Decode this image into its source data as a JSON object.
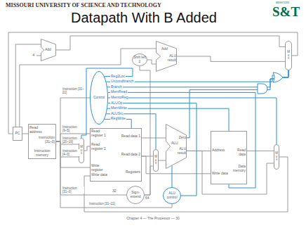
{
  "diagram": {
    "title": "Datapath With B Added",
    "nodes": [
      {
        "text": [
          "Add"
        ]
      },
      {
        "text": [
          "Shift left 2"
        ]
      },
      {
        "text": [
          "Add",
          "ALU result"
        ]
      },
      {
        "text": [
          "M u x"
        ]
      },
      {
        "text": [
          "Control"
        ]
      },
      {
        "text": [
          "PC"
        ]
      },
      {
        "text": [
          "Read address",
          "Instruction [31–0]",
          "Instruction memory"
        ]
      },
      {
        "text": [
          "M u x"
        ]
      },
      {
        "text": [
          "Read register 1",
          "Read register 2",
          "Write register",
          "Write data",
          "Read data 1",
          "Read data 2",
          "Registers"
        ]
      },
      {
        "text": [
          "M u x"
        ]
      },
      {
        "text": [
          "Zero",
          "ALU",
          "ALU result"
        ]
      },
      {
        "text": [
          "Address",
          "Read data",
          "Write data",
          "Data memory"
        ]
      },
      {
        "text": [
          "M u x"
        ]
      },
      {
        "text": [
          "Sign-extend"
        ]
      },
      {
        "text": [
          "ALU control"
        ]
      }
    ],
    "edges": [
      {
        "from": 5,
        "to": 6,
        "arrow": "none"
      },
      {
        "from": 5,
        "to": 0,
        "arrow": "none"
      },
      {
        "from": 5,
        "to": 2,
        "arrow": "none"
      },
      {
        "from": 0,
        "to": 3,
        "arrow": "none"
      },
      {
        "from": 1,
        "to": 2,
        "arrow": "none"
      },
      {
        "from": 2,
        "to": 3,
        "arrow": "none"
      },
      {
        "from": 3,
        "to": 5,
        "arrow": "none"
      },
      {
        "from": 6,
        "to": 4,
        "label": "Instruction [31–21]",
        "arrow": "none"
      },
      {
        "from": 6,
        "to": 8,
        "label": "Instruction [9–5]",
        "arrow": "none"
      },
      {
        "from": 6,
        "to": 7,
        "label": "Instruction [20–16]",
        "arrow": "none"
      },
      {
        "from": 6,
        "to": 7,
        "label": "Instruction [4–0]",
        "arrow": "none"
      },
      {
        "from": 6,
        "to": 8,
        "arrow": "none"
      },
      {
        "from": 7,
        "to": 8,
        "arrow": "none"
      },
      {
        "from": 8,
        "to": 10,
        "arrow": "none"
      },
      {
        "from": 8,
        "to": 9,
        "arrow": "none"
      },
      {
        "from": 8,
        "to": 11,
        "arrow": "none"
      },
      {
        "from": 9,
        "to": 10,
        "arrow": "none"
      },
      {
        "from": 10,
        "to": 11,
        "arrow": "none"
      },
      {
        "from": 10,
        "to": 12,
        "arrow": "none"
      },
      {
        "from": 11,
        "to": 12,
        "arrow": "none"
      },
      {
        "from": 12,
        "to": 8,
        "arrow": "none"
      },
      {
        "from": 6,
        "to": 13,
        "label": "Instruction [31–0]",
        "arrow": "none"
      },
      {
        "from": 13,
        "to": 9,
        "arrow": "none"
      },
      {
        "from": 13,
        "to": 1,
        "arrow": "none"
      },
      {
        "from": 6,
        "to": 14,
        "label": "Instruction [31–21]",
        "arrow": "none"
      },
      {
        "from": 14,
        "to": 10,
        "arrow": "none"
      },
      {
        "from": 4,
        "to": 7,
        "label": "Reg2Loc",
        "arrow": "none"
      },
      {
        "from": 4,
        "to": 3,
        "label": "Uncondbranch",
        "arrow": "none"
      },
      {
        "from": 4,
        "to": 3,
        "label": "Branch",
        "arrow": "none"
      },
      {
        "from": 4,
        "to": 11,
        "label": "MemRead",
        "arrow": "none"
      },
      {
        "from": 4,
        "to": 12,
        "label": "MemtoReg",
        "arrow": "none"
      },
      {
        "from": 4,
        "to": 14,
        "label": "ALUOp",
        "arrow": "none"
      },
      {
        "from": 4,
        "to": 11,
        "label": "MemWrite",
        "arrow": "none"
      },
      {
        "from": 4,
        "to": 9,
        "label": "ALUSrc",
        "arrow": "none"
      },
      {
        "from": 4,
        "to": 8,
        "label": "RegWrite",
        "arrow": "none"
      },
      {
        "from": 10,
        "to": 3,
        "arrow": "none"
      }
    ],
    "labels": [
      "MISSOURI UNIVERSITY OF SCIENCE AND TECHNOLOGY",
      "MISSOURI",
      "S&T",
      "4",
      "32",
      "64",
      "Chapter 4 — The Processor — 30"
    ]
  }
}
